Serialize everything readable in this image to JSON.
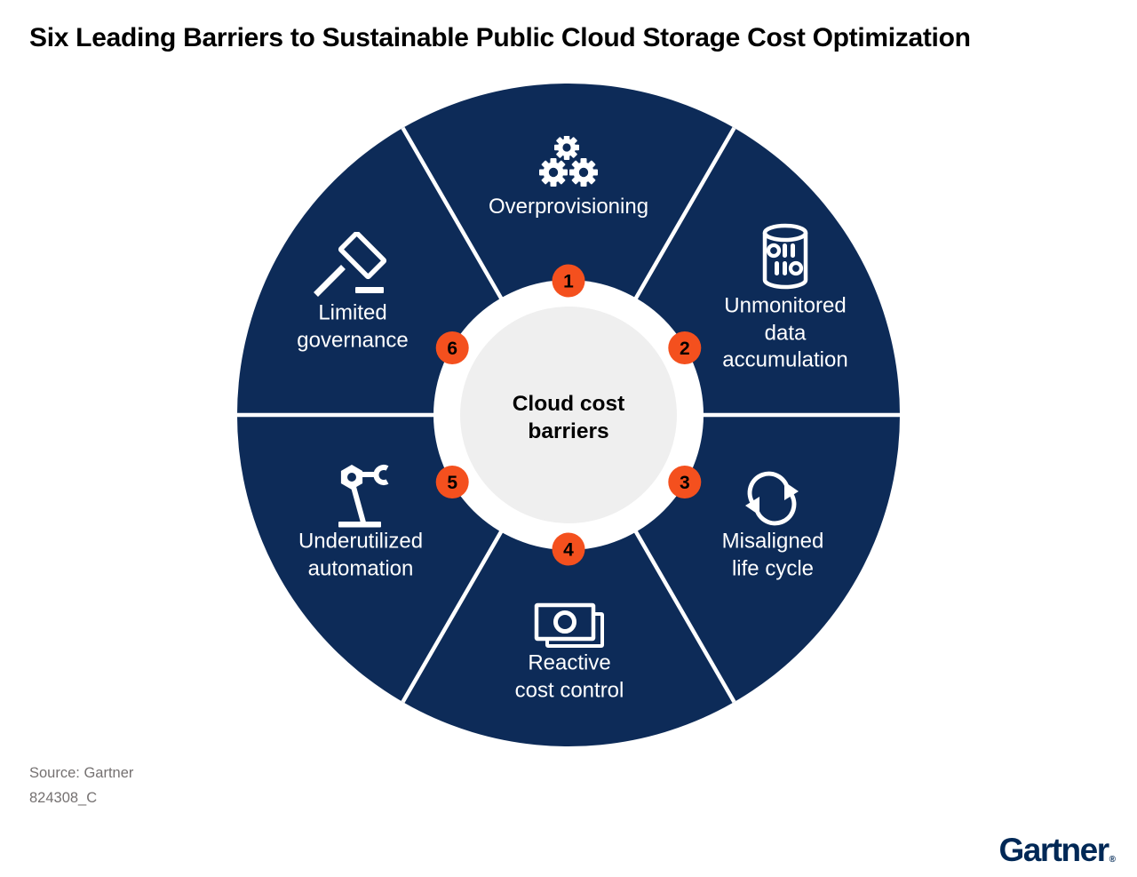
{
  "title": "Six Leading Barriers to Sustainable Public Cloud Storage Cost Optimization",
  "center": {
    "label": "Cloud cost\nbarriers"
  },
  "segments": [
    {
      "num": "1",
      "label": "Overprovisioning",
      "icon": "gears-icon"
    },
    {
      "num": "2",
      "label": "Unmonitored\ndata\naccumulation",
      "icon": "database-binary-icon"
    },
    {
      "num": "3",
      "label": "Misaligned\nlife cycle",
      "icon": "cycle-arrows-icon"
    },
    {
      "num": "4",
      "label": "Reactive\ncost control",
      "icon": "banknote-icon"
    },
    {
      "num": "5",
      "label": "Underutilized\nautomation",
      "icon": "robot-arm-icon"
    },
    {
      "num": "6",
      "label": "Limited\ngovernance",
      "icon": "gavel-icon"
    }
  ],
  "source": {
    "line1": "Source: Gartner",
    "line2": "824308_C"
  },
  "logo": {
    "text": "Gartner",
    "registered_mark": "®"
  },
  "colors": {
    "wheel_navy": "#0D2B58",
    "badge_orange": "#F4501E",
    "inner_circle_gray": "#EFEFEF",
    "ring_white": "#FFFFFF",
    "label_white": "#FFFFFF",
    "title_black": "#000000",
    "source_gray": "#757171",
    "logo_navy": "#002856"
  }
}
